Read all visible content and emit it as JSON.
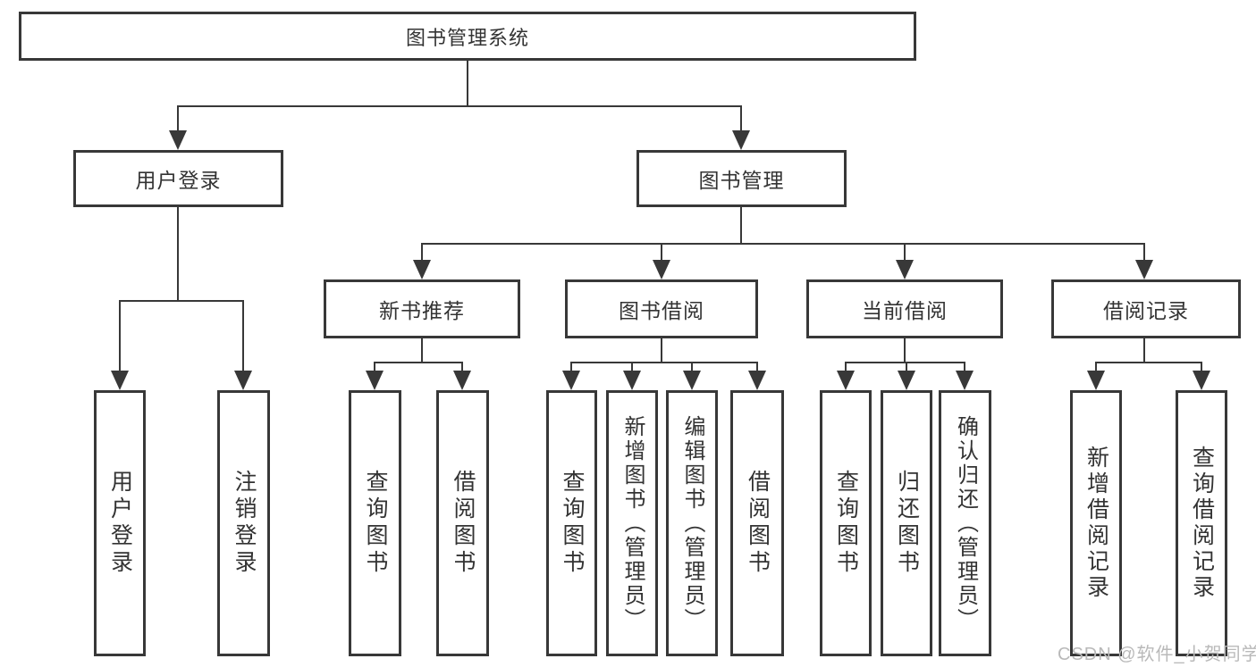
{
  "diagram_type": "hierarchy-tree",
  "tree": {
    "label": "图书管理系统",
    "children": [
      {
        "label": "用户登录",
        "children": [
          {
            "label": "用户登录"
          },
          {
            "label": "注销登录"
          }
        ]
      },
      {
        "label": "图书管理",
        "children": [
          {
            "label": "新书推荐",
            "children": [
              {
                "label": "查询图书"
              },
              {
                "label": "借阅图书"
              }
            ]
          },
          {
            "label": "图书借阅",
            "children": [
              {
                "label": "查询图书"
              },
              {
                "label": "新增图书（管理员）"
              },
              {
                "label": "编辑图书（管理员）"
              },
              {
                "label": "借阅图书"
              }
            ]
          },
          {
            "label": "当前借阅",
            "children": [
              {
                "label": "查询图书"
              },
              {
                "label": "归还图书"
              },
              {
                "label": "确认归还（管理员）"
              }
            ]
          },
          {
            "label": "借阅记录",
            "children": [
              {
                "label": "新增借阅记录"
              },
              {
                "label": "查询借阅记录"
              }
            ]
          }
        ]
      }
    ]
  },
  "watermark": {
    "text": "CSDN @软件_小贺同学"
  },
  "colors": {
    "line": "#383838",
    "text": "#333333",
    "watermark": "#b9b9b9",
    "background": "#ffffff"
  }
}
